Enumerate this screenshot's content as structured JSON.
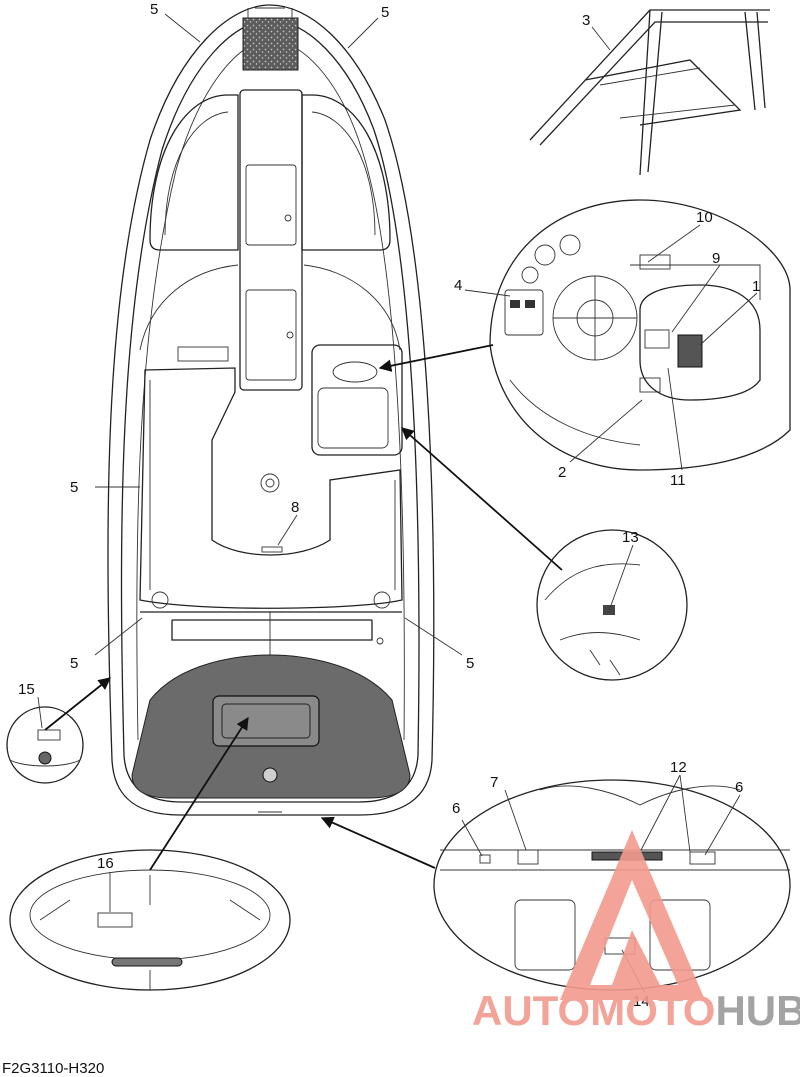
{
  "diagram": {
    "drawing_code": "F2G3110-H320",
    "callouts": {
      "c1": "1",
      "c2": "2",
      "c3": "3",
      "c4": "4",
      "c5a": "5",
      "c5b": "5",
      "c5c": "5",
      "c5d": "5",
      "c5e": "5",
      "c6a": "6",
      "c6b": "6",
      "c7": "7",
      "c8": "8",
      "c9": "9",
      "c10": "10",
      "c11": "11",
      "c12": "12",
      "c13": "13",
      "c14": "14",
      "c15": "15",
      "c16": "16"
    }
  },
  "watermark": {
    "part1": "AUTOMOTO",
    "part2": "HUB",
    "colors": {
      "red": "#f39a8e",
      "gray": "#9a9a9a"
    }
  }
}
